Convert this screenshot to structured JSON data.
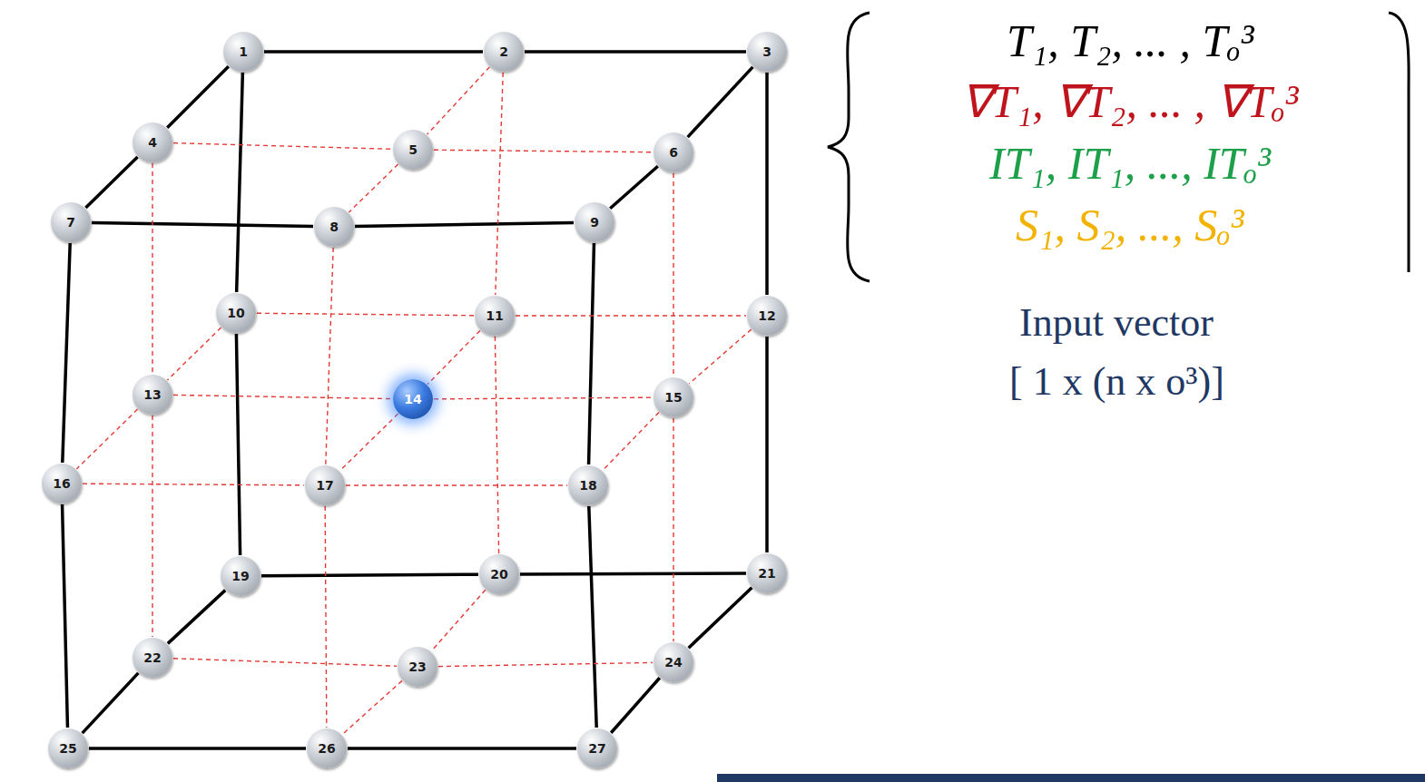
{
  "diagram": {
    "nodes": [
      {
        "text": [
          "1"
        ]
      },
      {
        "text": [
          "2"
        ]
      },
      {
        "text": [
          "3"
        ]
      },
      {
        "text": [
          "4"
        ]
      },
      {
        "text": [
          "5"
        ]
      },
      {
        "text": [
          "6"
        ]
      },
      {
        "text": [
          "7"
        ]
      },
      {
        "text": [
          "8"
        ]
      },
      {
        "text": [
          "9"
        ]
      },
      {
        "text": [
          "10"
        ]
      },
      {
        "text": [
          "11"
        ]
      },
      {
        "text": [
          "12"
        ]
      },
      {
        "text": [
          "13"
        ]
      },
      {
        "text": [
          "14"
        ]
      },
      {
        "text": [
          "15"
        ]
      },
      {
        "text": [
          "16"
        ]
      },
      {
        "text": [
          "17"
        ]
      },
      {
        "text": [
          "18"
        ]
      },
      {
        "text": [
          "19"
        ]
      },
      {
        "text": [
          "20"
        ]
      },
      {
        "text": [
          "21"
        ]
      },
      {
        "text": [
          "22"
        ]
      },
      {
        "text": [
          "23"
        ]
      },
      {
        "text": [
          "24"
        ]
      },
      {
        "text": [
          "25"
        ]
      },
      {
        "text": [
          "26"
        ]
      },
      {
        "text": [
          "27"
        ]
      }
    ],
    "edges": [
      {
        "from": 0,
        "to": 1,
        "arrow": "none"
      },
      {
        "from": 1,
        "to": 2,
        "arrow": "none"
      },
      {
        "from": 0,
        "to": 3,
        "arrow": "none"
      },
      {
        "from": 3,
        "to": 6,
        "arrow": "none"
      },
      {
        "from": 2,
        "to": 5,
        "arrow": "none"
      },
      {
        "from": 5,
        "to": 8,
        "arrow": "none"
      },
      {
        "from": 6,
        "to": 7,
        "arrow": "none"
      },
      {
        "from": 7,
        "to": 8,
        "arrow": "none"
      },
      {
        "from": 0,
        "to": 9,
        "arrow": "none"
      },
      {
        "from": 9,
        "to": 18,
        "arrow": "none"
      },
      {
        "from": 2,
        "to": 11,
        "arrow": "none"
      },
      {
        "from": 11,
        "to": 20,
        "arrow": "none"
      },
      {
        "from": 6,
        "to": 15,
        "arrow": "none"
      },
      {
        "from": 15,
        "to": 24,
        "arrow": "none"
      },
      {
        "from": 8,
        "to": 17,
        "arrow": "none"
      },
      {
        "from": 17,
        "to": 26,
        "arrow": "none"
      },
      {
        "from": 18,
        "to": 19,
        "arrow": "none"
      },
      {
        "from": 19,
        "to": 20,
        "arrow": "none"
      },
      {
        "from": 18,
        "to": 21,
        "arrow": "none"
      },
      {
        "from": 21,
        "to": 24,
        "arrow": "none"
      },
      {
        "from": 20,
        "to": 23,
        "arrow": "none"
      },
      {
        "from": 23,
        "to": 26,
        "arrow": "none"
      },
      {
        "from": 24,
        "to": 25,
        "arrow": "none"
      },
      {
        "from": 25,
        "to": 26,
        "arrow": "none"
      },
      {
        "from": 3,
        "to": 4,
        "arrow": "none"
      },
      {
        "from": 4,
        "to": 5,
        "arrow": "none"
      },
      {
        "from": 1,
        "to": 4,
        "arrow": "none"
      },
      {
        "from": 4,
        "to": 7,
        "arrow": "none"
      },
      {
        "from": 9,
        "to": 10,
        "arrow": "none"
      },
      {
        "from": 10,
        "to": 11,
        "arrow": "none"
      },
      {
        "from": 12,
        "to": 13,
        "arrow": "none"
      },
      {
        "from": 13,
        "to": 14,
        "arrow": "none"
      },
      {
        "from": 15,
        "to": 16,
        "arrow": "none"
      },
      {
        "from": 16,
        "to": 17,
        "arrow": "none"
      },
      {
        "from": 9,
        "to": 12,
        "arrow": "none"
      },
      {
        "from": 12,
        "to": 15,
        "arrow": "none"
      },
      {
        "from": 10,
        "to": 13,
        "arrow": "none"
      },
      {
        "from": 13,
        "to": 16,
        "arrow": "none"
      },
      {
        "from": 11,
        "to": 14,
        "arrow": "none"
      },
      {
        "from": 14,
        "to": 17,
        "arrow": "none"
      },
      {
        "from": 21,
        "to": 22,
        "arrow": "none"
      },
      {
        "from": 22,
        "to": 23,
        "arrow": "none"
      },
      {
        "from": 19,
        "to": 22,
        "arrow": "none"
      },
      {
        "from": 22,
        "to": 25,
        "arrow": "none"
      },
      {
        "from": 3,
        "to": 12,
        "arrow": "none"
      },
      {
        "from": 12,
        "to": 21,
        "arrow": "none"
      },
      {
        "from": 1,
        "to": 10,
        "arrow": "none"
      },
      {
        "from": 10,
        "to": 19,
        "arrow": "none"
      },
      {
        "from": 7,
        "to": 16,
        "arrow": "none"
      },
      {
        "from": 16,
        "to": 25,
        "arrow": "none"
      },
      {
        "from": 5,
        "to": 14,
        "arrow": "none"
      },
      {
        "from": 14,
        "to": 23,
        "arrow": "none"
      }
    ],
    "labels": [
      "T₁, T₂, ... , Tₒ³",
      "∇T₁, ∇T₂, ... , ∇Tₒ³",
      "IT₁, IT₁, ..., ITₒ³",
      "S₁, S₂, ..., Sₒ³",
      "Input vector",
      "[ 1 x (n x o³)]"
    ]
  }
}
